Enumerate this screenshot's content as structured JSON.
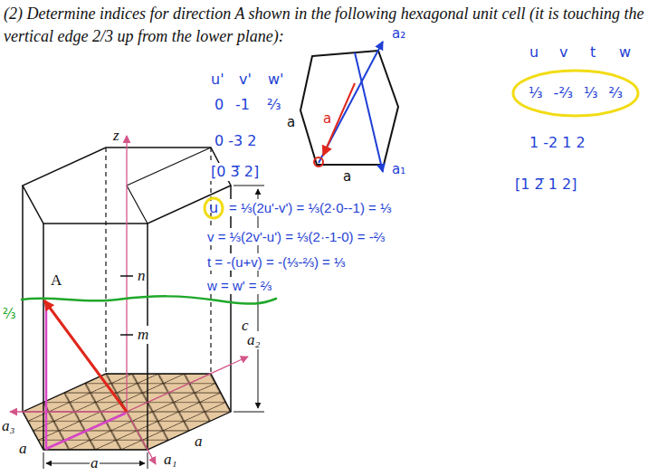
{
  "diagram": {
    "title": "(2) Determine indices for direction A shown in the following hexagonal unit cell (it is touching the vertical edge 2/3 up from the lower plane):",
    "nodes": [
      {
        "text": [
          "⅓",
          "-⅔",
          "⅓",
          "⅔"
        ]
      },
      {
        "text": [
          "u"
        ]
      }
    ],
    "labels": [
      "u'",
      "v'",
      "w'",
      "0",
      "-1",
      "⅔",
      "0 -3 2",
      "[0 3̅ 2]",
      "= ⅓(2u'-v') = ⅓(2·0--1) = ⅓",
      "v = ⅓(2v'-u') = ⅓(2·-1-0) = -⅔",
      "t = -(u+v) = -(⅓-⅔) = ⅓",
      "w = w' = ⅔",
      "a₂",
      "a₁",
      "a",
      "a",
      "a",
      "u",
      "v",
      "t",
      "w",
      "1 -2 1 2",
      "[1 2̅ 1 2]",
      "z",
      "A",
      "n",
      "m",
      "c",
      "a₂",
      "a₁",
      "a₃",
      "a",
      "a",
      "a",
      "⅔"
    ]
  }
}
